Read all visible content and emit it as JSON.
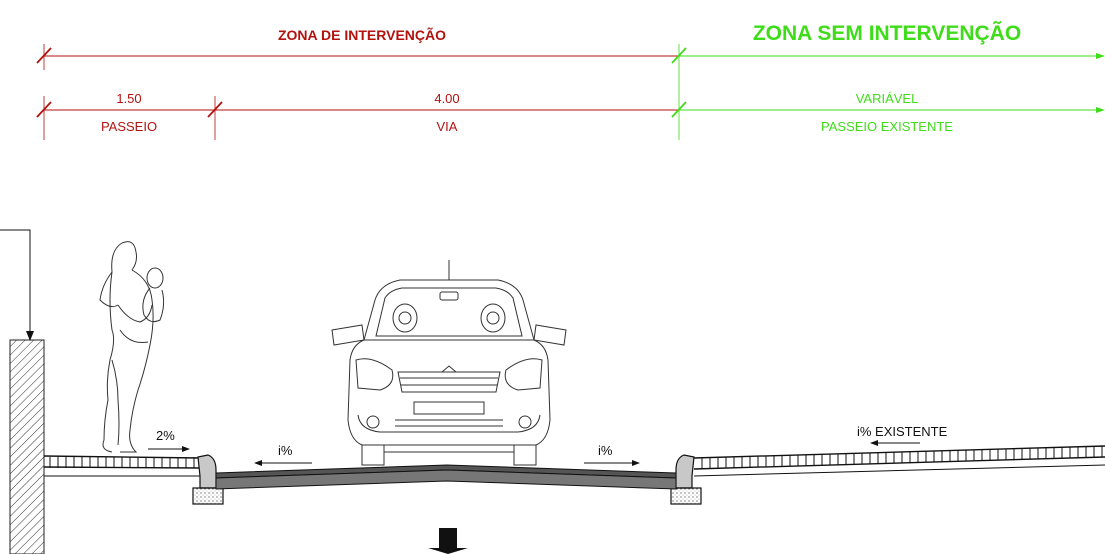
{
  "zones": {
    "intervention": {
      "title": "ZONA DE INTERVENÇÃO",
      "color": "#b3120f"
    },
    "no_intervention": {
      "title": "ZONA SEM INTERVENÇÃO",
      "color": "#3fdc1a"
    }
  },
  "dimensions": {
    "passeio": {
      "value": "1.50",
      "label": "PASSEIO"
    },
    "via": {
      "value": "4.00",
      "label": "VIA"
    },
    "existente": {
      "value": "VARIÁVEL",
      "label": "PASSEIO EXISTENTE"
    }
  },
  "slopes": {
    "sidewalk": "2%",
    "road_left": "i%",
    "road_right": "i%",
    "existing": "i% EXISTENTE"
  }
}
